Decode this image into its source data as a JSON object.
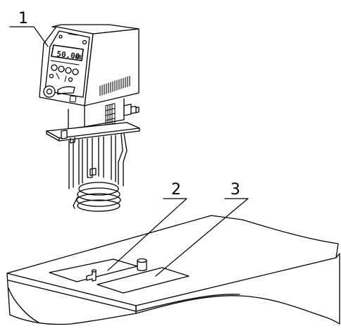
{
  "callouts": [
    {
      "label": "1"
    },
    {
      "label": "2"
    },
    {
      "label": "3"
    }
  ],
  "controller": {
    "display_value": "50.00",
    "display_suffix": "88"
  }
}
